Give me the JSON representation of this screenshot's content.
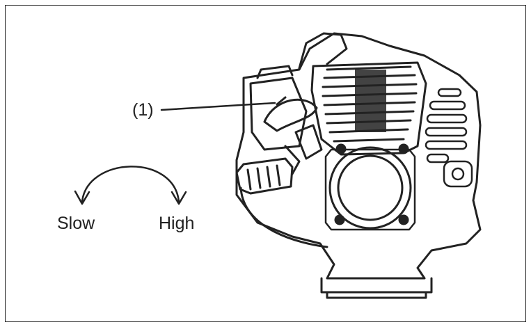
{
  "diagram": {
    "callout": {
      "label": "(1)"
    },
    "speed_indicator": {
      "slow_label": "Slow",
      "high_label": "High"
    },
    "colors": {
      "ink": "#222222",
      "background": "#ffffff"
    }
  }
}
